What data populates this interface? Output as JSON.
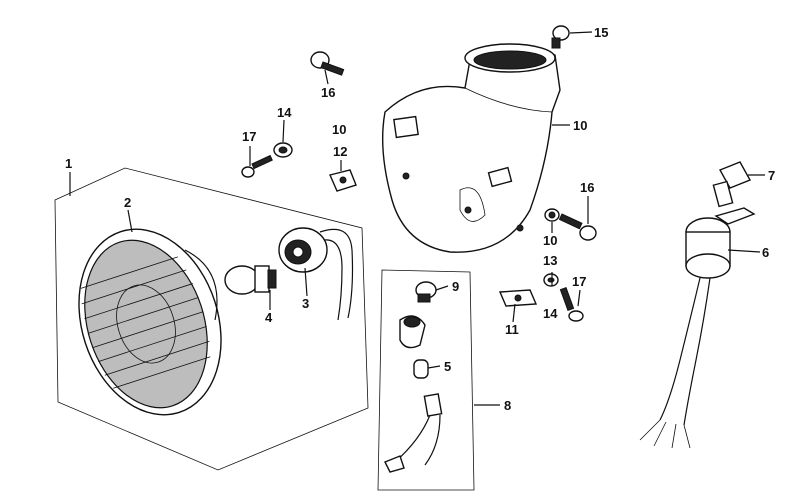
{
  "labels": {
    "l1": "1",
    "l2": "2",
    "l3": "3",
    "l4": "4",
    "l5": "5",
    "l6": "6",
    "l7": "7",
    "l8": "8",
    "l9": "9",
    "l10a": "10",
    "l10b": "10",
    "l10c": "10",
    "l11": "11",
    "l12": "12",
    "l13": "13",
    "l14a": "14",
    "l14b": "14",
    "l15": "15",
    "l16a": "16",
    "l16b": "16",
    "l17a": "17",
    "l17b": "17"
  }
}
